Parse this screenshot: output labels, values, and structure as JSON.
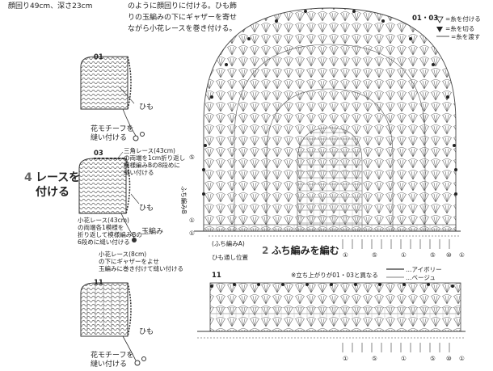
{
  "header": {
    "size_line": "顔回り49cm、深さ23cm",
    "instruction_lines": [
      "のように顔回りに付ける。ひも飾",
      "りの玉編みの下にギャザーを寄せ",
      "ながら小花レースを巻き付ける。"
    ]
  },
  "steps": {
    "s01": {
      "num": "01",
      "himo": "ひも",
      "note": [
        "花モチーフを",
        "縫い付ける"
      ]
    },
    "s03": {
      "num": "03",
      "lace_note": [
        "三角レース(43cm)",
        "の両端を1cm折り返し",
        "模様編みBの8段めに",
        "縫い付ける"
      ],
      "himo": "ひも",
      "small_lace": [
        "小花レース(43cm)",
        "の両端各1模様を",
        "折り返して模様編みBの",
        "6段めに縫い付ける"
      ],
      "tama": "玉編み",
      "small_lace2": [
        "小花レース(8cm)",
        "の下にギャザーをよせ",
        "玉編みに巻き付けて縫い付ける"
      ]
    },
    "s11": {
      "num": "11",
      "himo": "ひも",
      "note": [
        "花モチーフを",
        "縫い付ける"
      ]
    }
  },
  "section4": {
    "number": "4",
    "title_lines": [
      "レースを",
      "付ける"
    ]
  },
  "diagram_top": {
    "label": "01・03",
    "legend": [
      "=糸を付ける",
      "=糸を切る",
      "=糸を渡す"
    ],
    "left_label": "ふち編みB",
    "fuchi_a": "(ふち編みA)",
    "himo_pos": "ひも通し位置",
    "side_numbers": [
      "①",
      "⑤",
      "①"
    ],
    "bottom_numbers": [
      "①",
      "⑤",
      "①",
      "⑤",
      "⑩",
      "①"
    ]
  },
  "section2": {
    "number": "2",
    "title": "ふち編みを編む"
  },
  "diagram_bottom": {
    "label": "11",
    "note": "※立ち上がりが01・03と異なる",
    "colors": [
      "…アイボリー",
      "…ベージュ"
    ],
    "bottom_numbers": [
      "①",
      "⑤",
      "①",
      "⑤",
      "⑩",
      "①"
    ]
  }
}
